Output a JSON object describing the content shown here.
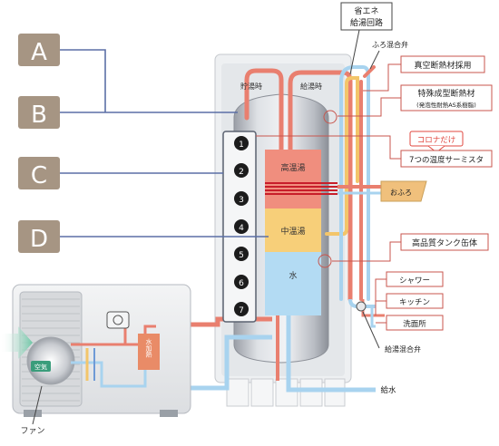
{
  "side_labels": [
    {
      "letter": "A",
      "color": "#a69583"
    },
    {
      "letter": "B",
      "color": "#a69583"
    },
    {
      "letter": "C",
      "color": "#a69583"
    },
    {
      "letter": "D",
      "color": "#a69583"
    }
  ],
  "pipe_labels": {
    "storage_time": "貯湯時",
    "supply_time": "給湯時"
  },
  "zones": {
    "hot": "高温湯",
    "mid": "中温湯",
    "water": "水"
  },
  "sensors": [
    "1",
    "2",
    "3",
    "4",
    "5",
    "6",
    "7"
  ],
  "callouts": {
    "eco_route_line1": "省エネ",
    "eco_route_line2": "給湯回路",
    "bath_valve": "ふろ混合弁",
    "vacuum_insulation": "真空断熱材採用",
    "molded_insulation": "特殊成型断熱材",
    "molded_insulation_sub": "(発泡性耐熱AS系樹脂)",
    "corona_only": "コロナだけ",
    "seven_thermistors": "7つの温度サーミスタ",
    "bath": "おふろ",
    "tank": "高品質タンク缶体",
    "shower": "シャワー",
    "kitchen": "キッチン",
    "washroom": "洗面所",
    "supply_valve": "給湯混合弁",
    "water_in": "給水",
    "fan": "ファン",
    "air": "空気",
    "water_heating": "水加熱"
  },
  "colors": {
    "hot_pipe": "#e97f6f",
    "cold_pipe": "#a8d3ef",
    "warm_pipe": "#f3c56a",
    "hot_zone": "#f08e7e",
    "mid_zone": "#f7cf79",
    "water_zone": "#b3dbf3",
    "label_box": "#a69583",
    "callout_line": "#c8564e",
    "corona_red": "#e0473f"
  }
}
